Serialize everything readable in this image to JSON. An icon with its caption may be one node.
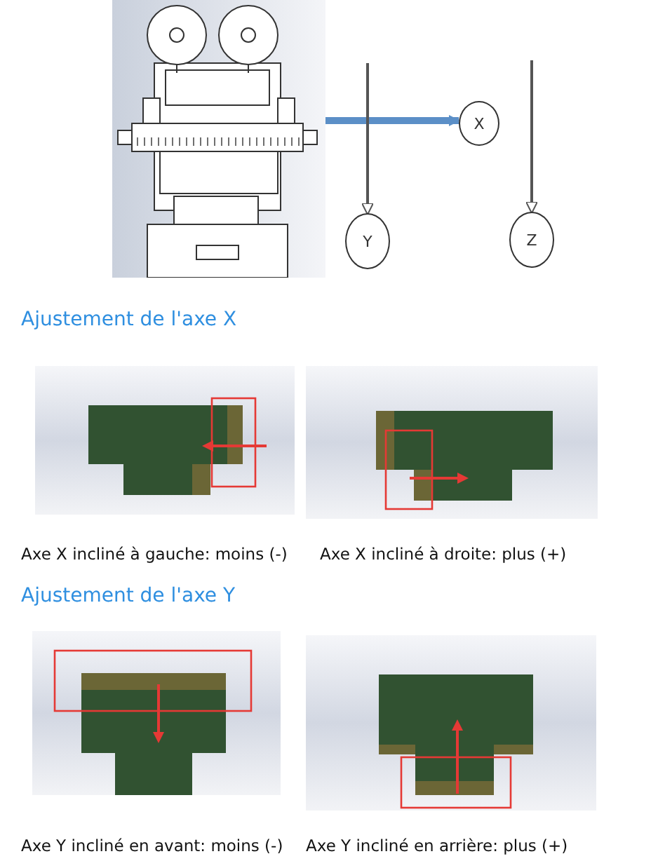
{
  "diagram": {
    "nodes": [
      {
        "text": [],
        "shape": "picture"
      },
      {
        "text": [
          "X"
        ]
      },
      {
        "text": [
          "Y"
        ]
      },
      {
        "text": [
          "Z"
        ]
      }
    ],
    "edges": [
      {
        "from": 0,
        "to": 1,
        "arrow": "to",
        "style": "thick",
        "color": "#5b8fc7"
      },
      {
        "from": null,
        "to": 2,
        "arrow": "to"
      },
      {
        "from": null,
        "to": 3,
        "arrow": "to"
      }
    ],
    "labels": [
      "Ajustement de l'axe X",
      "Axe X incliné à gauche: moins (-)",
      "Axe X incliné à droite: plus (+)",
      "Ajustement de l'axe Y",
      "Axe Y incliné en avant: moins (-)",
      "Axe Y incliné en arrière: plus (+)"
    ]
  }
}
